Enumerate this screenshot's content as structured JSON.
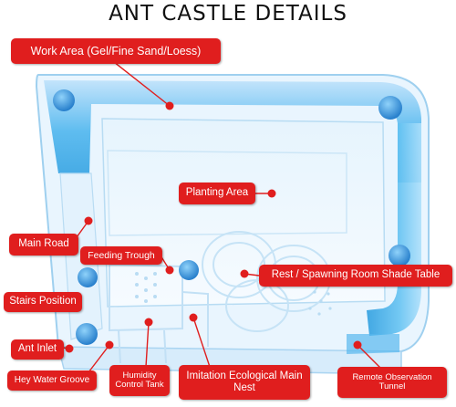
{
  "title": "ANT CASTLE DETAILS",
  "colors": {
    "label_bg": "#e01e1e",
    "label_text": "#ffffff",
    "water": "#3aa8e6",
    "plastic": "#dcefff"
  },
  "labels": {
    "work_area": "Work Area (Gel/Fine Sand/Loess)",
    "planting_area": "Planting Area",
    "main_road": "Main Road",
    "feeding_trough": "Feeding Trough",
    "rest_room": "Rest / Spawning Room Shade Table",
    "stairs_position": "Stairs Position",
    "ant_inlet": "Ant Inlet",
    "hey_water_groove": "Hey Water Groove",
    "humidity_tank": "Humidity Control Tank",
    "imitation_nest": "Imitation Ecological Main Nest",
    "remote_tunnel": "Remote Observation Tunnel"
  }
}
